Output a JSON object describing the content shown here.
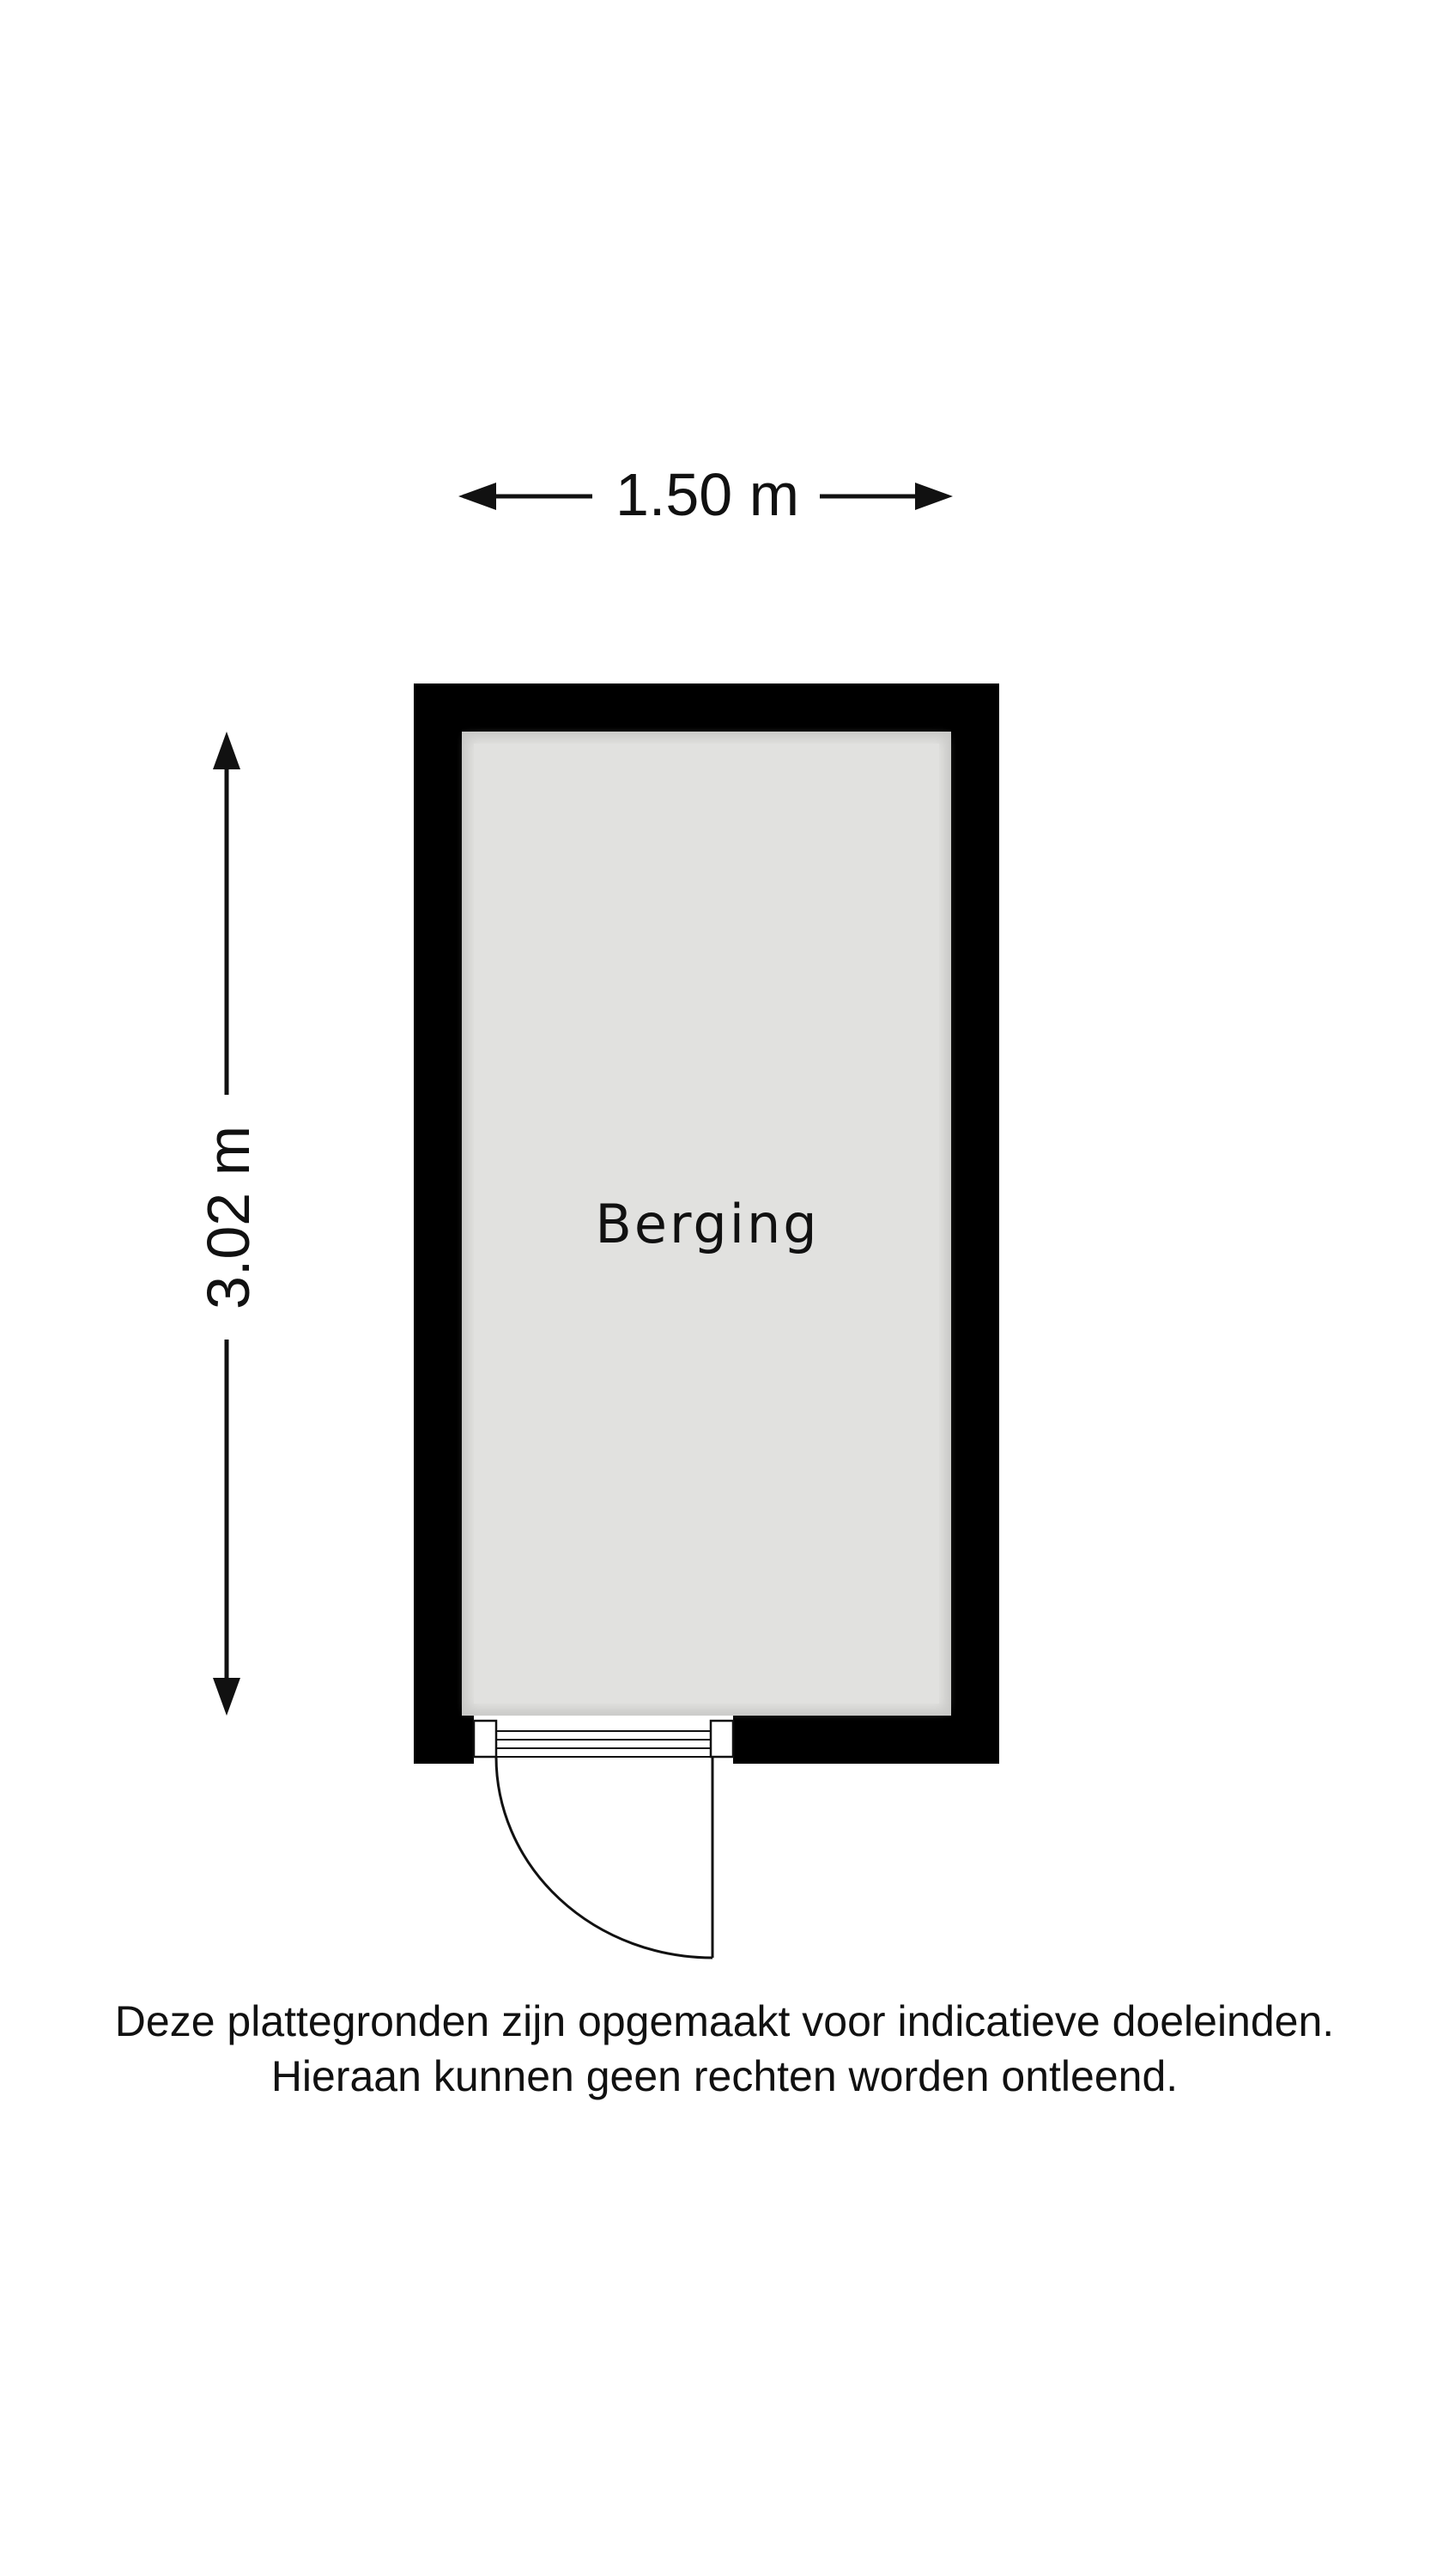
{
  "floorplan": {
    "room": {
      "label": "Berging"
    },
    "dimensions": {
      "width_label": "1.50 m",
      "depth_label": "3.02 m"
    },
    "disclaimer": {
      "line1": "Deze plattegronden zijn opgemaakt voor indicatieve doeleinden.",
      "line2": "Hieraan kunnen geen rechten worden ontleend."
    },
    "colors": {
      "wall": "#000000",
      "floor": "#e1e1df",
      "floor_edge": "#c9c9c7",
      "text": "#111111",
      "background": "#ffffff"
    }
  }
}
